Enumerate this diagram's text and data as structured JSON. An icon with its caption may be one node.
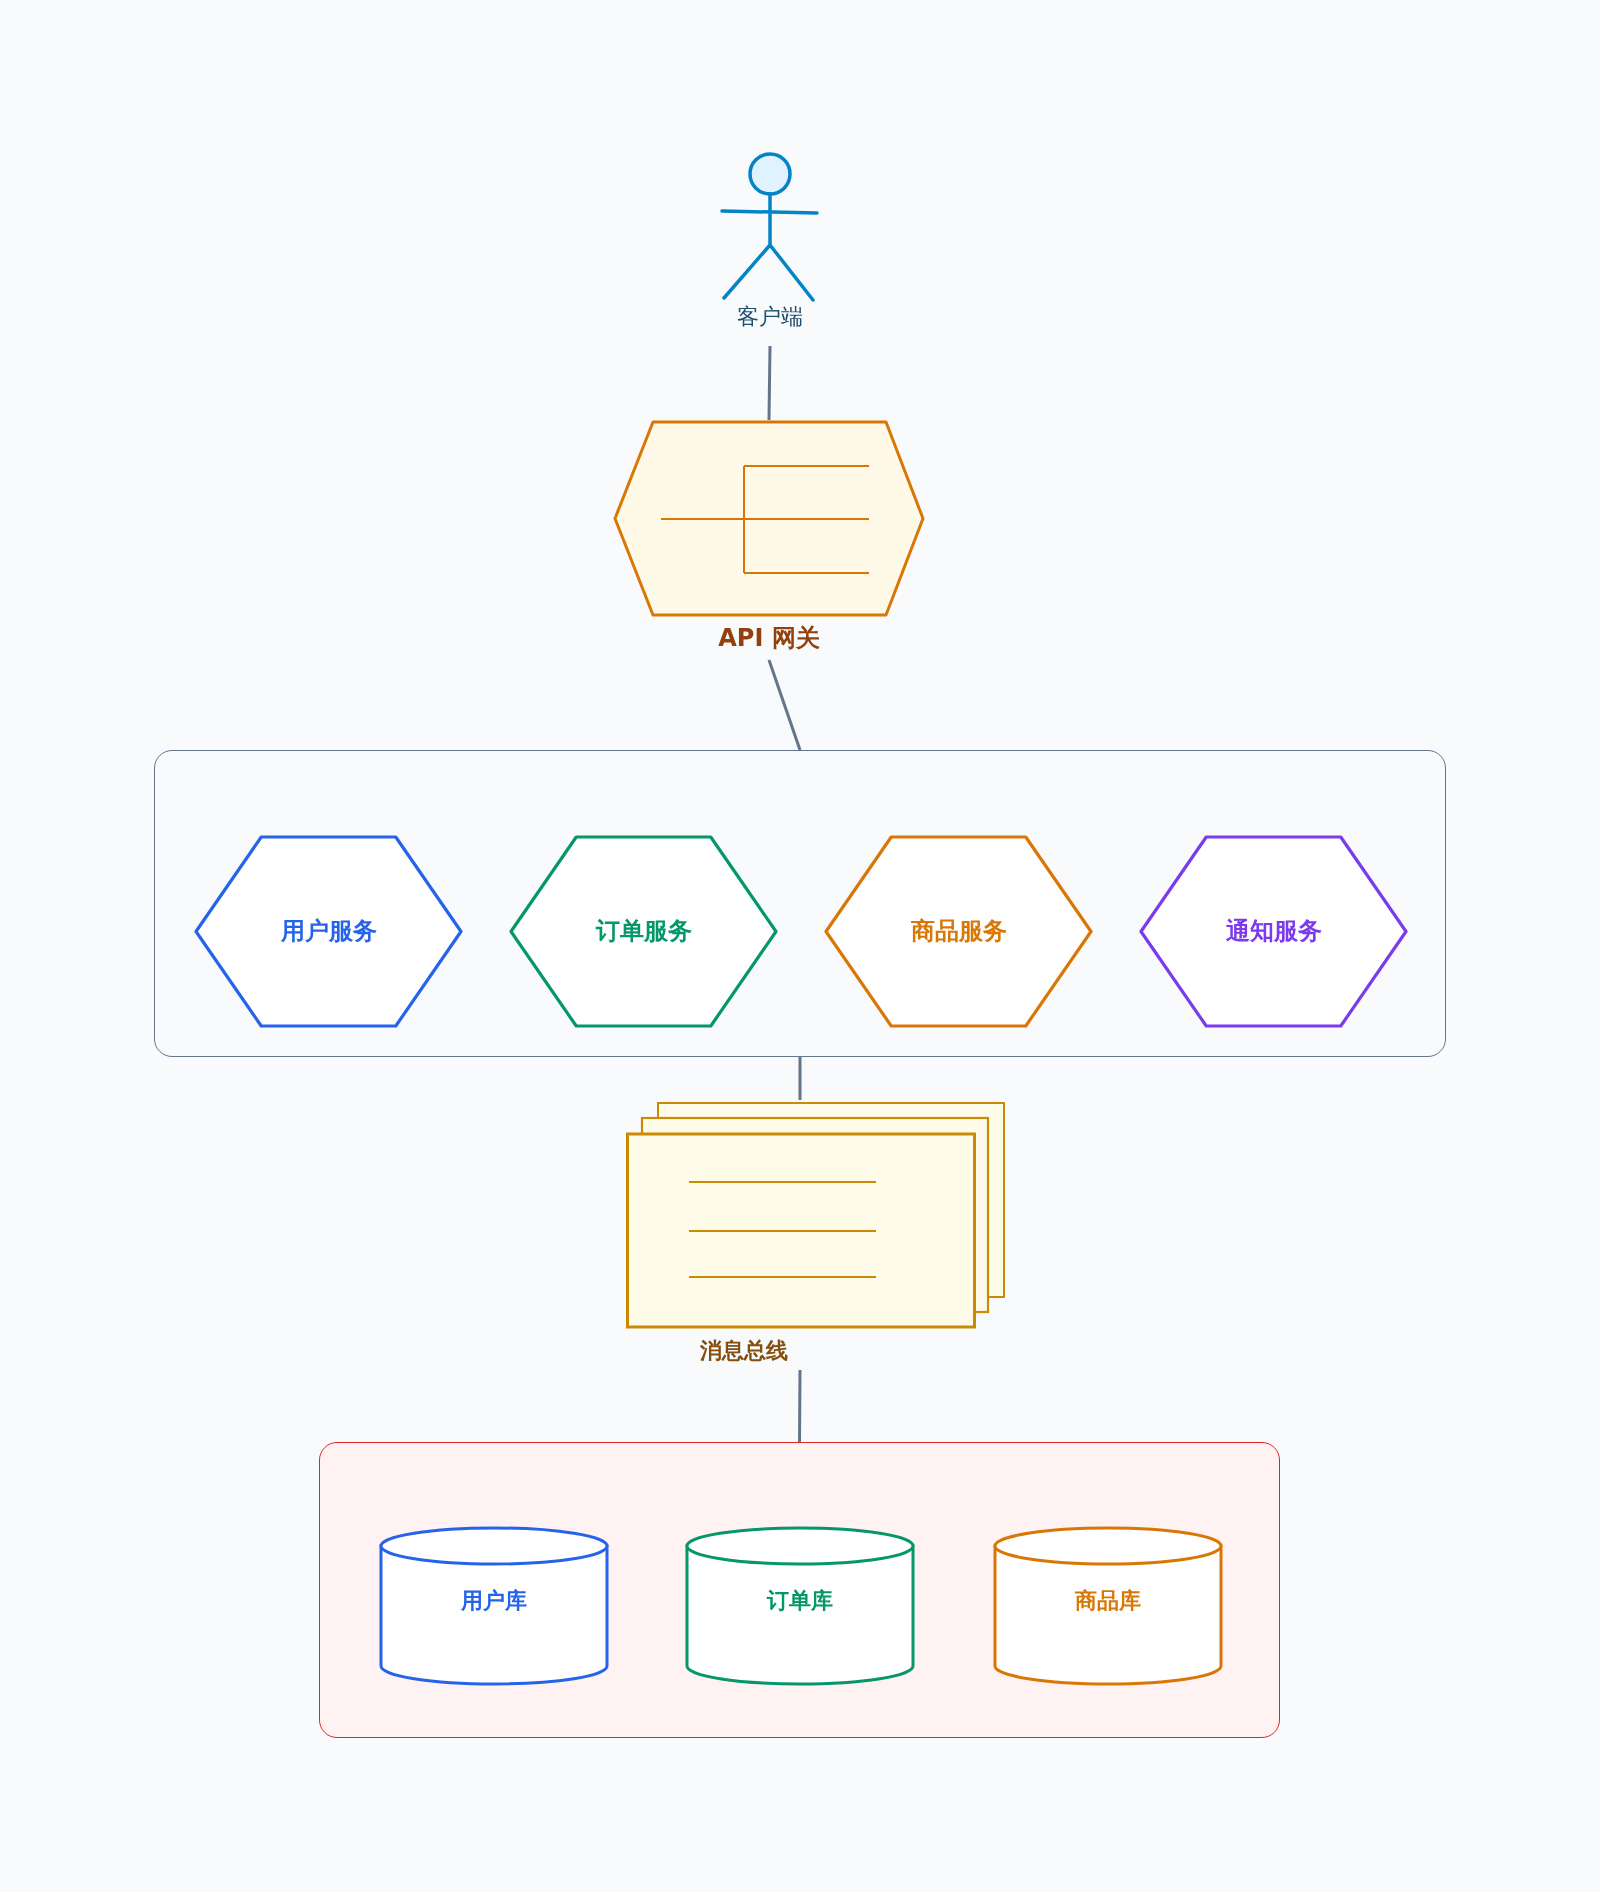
{
  "diagram": {
    "nodes": [
      {
        "text": [
          "客户端"
        ]
      },
      {
        "text": [
          "API 网关"
        ]
      },
      {
        "text": [],
        "shape": "box"
      },
      {
        "text": [
          "用户服务"
        ],
        "in": 2
      },
      {
        "text": [
          "订单服务"
        ],
        "in": 2
      },
      {
        "text": [
          "商品服务"
        ],
        "in": 2
      },
      {
        "text": [
          "通知服务"
        ],
        "in": 2
      },
      {
        "text": [
          "消息总线"
        ]
      },
      {
        "text": [],
        "shape": "box"
      },
      {
        "text": [
          "用户库"
        ],
        "in": 8
      },
      {
        "text": [
          "订单库"
        ],
        "in": 8
      },
      {
        "text": [
          "商品库"
        ],
        "in": 8
      }
    ],
    "edges": [
      {
        "from": 0,
        "to": 1,
        "arrow": "none"
      },
      {
        "from": 1,
        "to": 2,
        "arrow": "none"
      },
      {
        "from": 2,
        "to": 7,
        "arrow": "none"
      },
      {
        "from": 7,
        "to": 8,
        "arrow": "none"
      }
    ]
  }
}
